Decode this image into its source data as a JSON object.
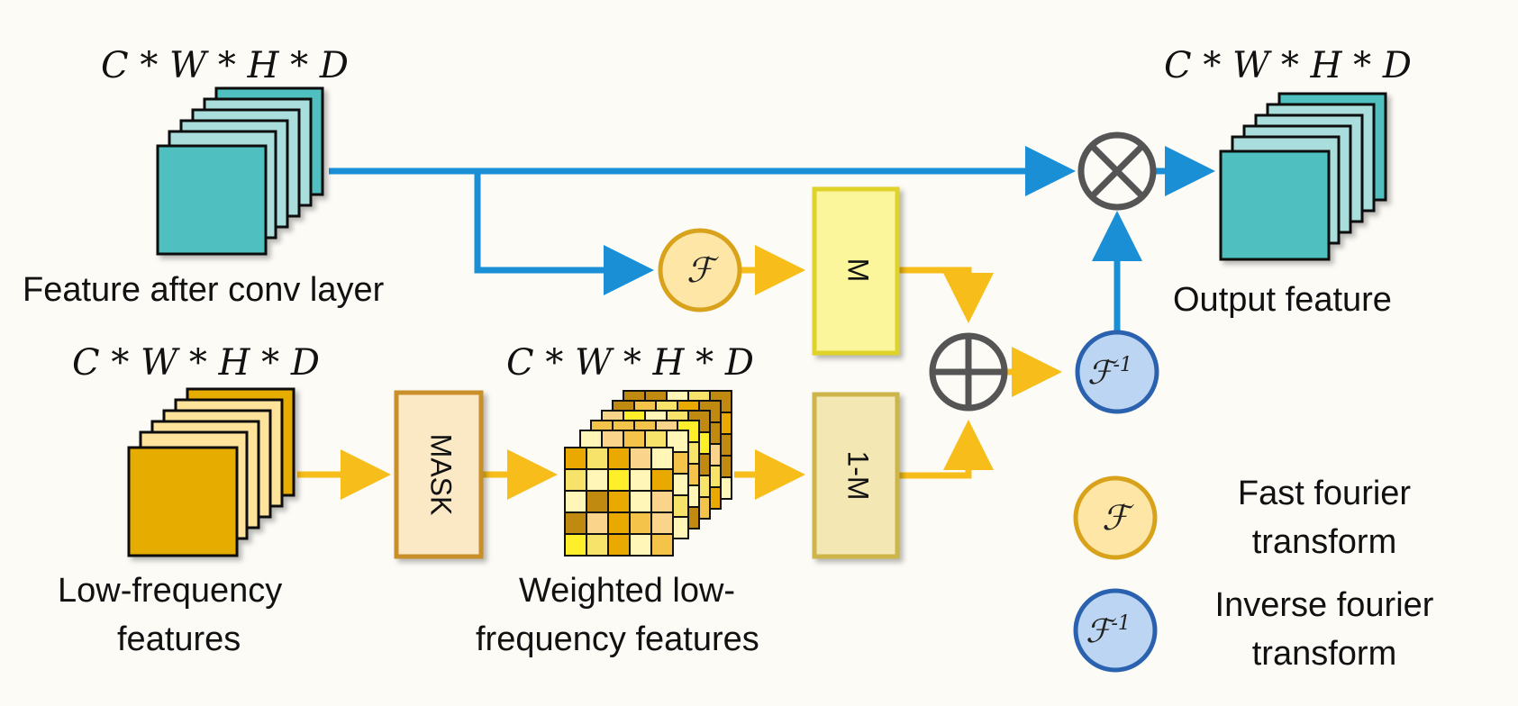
{
  "dims": {
    "feature_in": "C * W * H * D",
    "low_freq": "C * W * H * D",
    "weighted": "C * W * H * D",
    "output": "C * W * H * D"
  },
  "labels": {
    "feature_in": "Feature after conv layer",
    "low_freq_1": "Low-frequency",
    "low_freq_2": "features",
    "weighted_1": "Weighted low-",
    "weighted_2": "frequency features",
    "output": "Output feature"
  },
  "blocks": {
    "mask": "MASK",
    "m": "M",
    "one_minus_m": "1-M"
  },
  "symbols": {
    "fft": "ℱ",
    "ifft_base": "ℱ",
    "ifft_sup": "-1"
  },
  "legend": {
    "fft_line1": "Fast fourier",
    "fft_line2": "transform",
    "ifft_line1": "Inverse fourier",
    "ifft_line2": "transform"
  },
  "colors": {
    "teal": "#4fbfbf",
    "teal_light": "#a9dedd",
    "gold": "#e6ad00",
    "gold_light": "#ffe39a",
    "blue_arrow": "#1a8fd6",
    "yellow_arrow": "#f7bd1a",
    "circle_gray": "#555555",
    "fft_fill": "#fde6a6",
    "fft_stroke": "#d9a21b",
    "ifft_fill": "#bcd5f2",
    "ifft_stroke": "#2b62b0",
    "m_fill": "#fbf59b",
    "m_stroke": "#dfd32a",
    "om_fill": "#f3e7b4",
    "om_stroke": "#cdb54a",
    "mask_fill": "#fbe9c5",
    "mask_stroke": "#c9902a"
  }
}
